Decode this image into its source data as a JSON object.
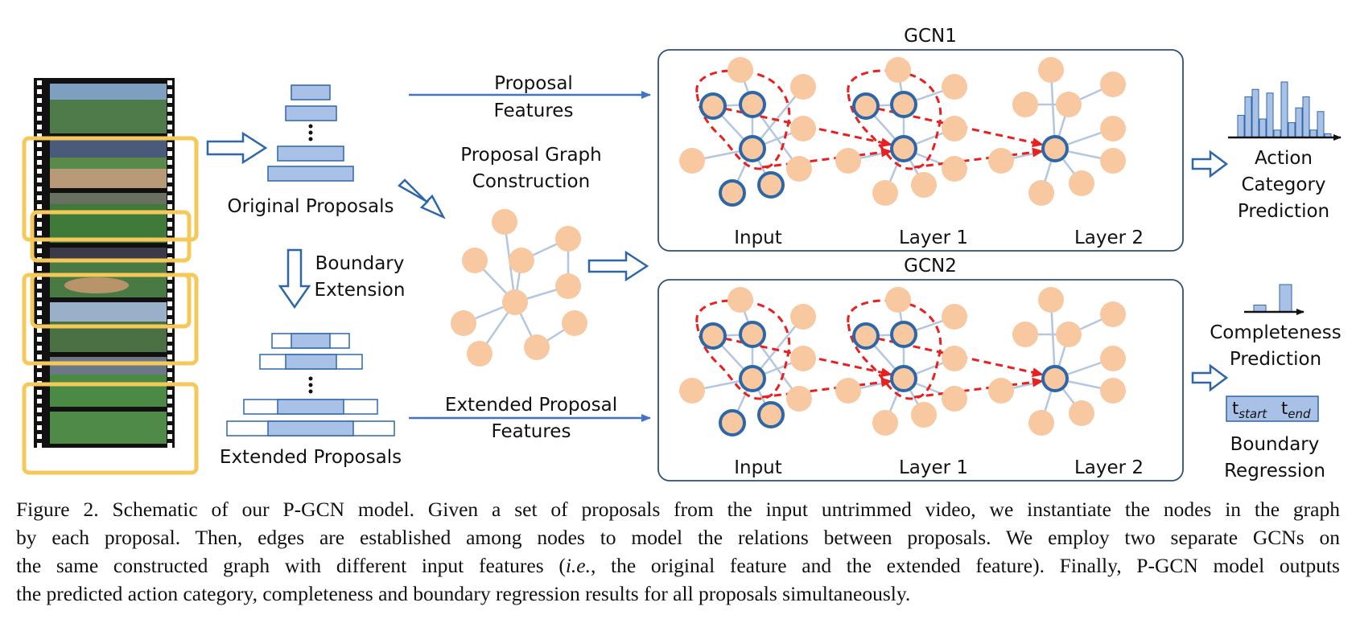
{
  "labels": {
    "gcn1_title": "GCN1",
    "gcn2_title": "GCN2",
    "proposal_features_1": "Proposal",
    "proposal_features_2": "Features",
    "original_proposals": "Original Proposals",
    "graph_construction_1": "Proposal Graph",
    "graph_construction_2": "Construction",
    "boundary_extension_1": "Boundary",
    "boundary_extension_2": "Extension",
    "extended_proposals": "Extended Proposals",
    "extended_features_1": "Extended Proposal",
    "extended_features_2": "Features",
    "input": "Input",
    "layer1": "Layer 1",
    "layer2": "Layer 2",
    "action_category_1": "Action",
    "action_category_2": "Category",
    "action_category_3": "Prediction",
    "completeness_1": "Completeness",
    "completeness_2": "Prediction",
    "boundary_regression_1": "Boundary",
    "boundary_regression_2": "Regression",
    "t_start_base": "t",
    "t_start_sub": "start",
    "t_end_base": "t",
    "t_end_sub": "end"
  },
  "caption": {
    "line1": "Figure 2. Schematic of our P-GCN model. Given a set of proposals from the input untrimmed video, we instantiate the nodes in the graph",
    "line2": "by each proposal. Then, edges are established among nodes to model the relations between proposals. We employ two separate GCNs on",
    "line3a": "the same constructed graph with different input features (",
    "line3_ie": "i.e.",
    "line3b": ", the original feature and the extended feature). Finally, P-GCN model outputs",
    "line4": "the predicted action category, completeness and boundary regression results for all proposals simultaneously."
  },
  "colors": {
    "node_fill": "#f8c8a0",
    "node_outline": "#2e67a8",
    "edge": "#b4c6e0",
    "flow_arrow": "#4472c4",
    "red_dashed": "#e82020",
    "proposal_fill": "#a9c1e6",
    "frame_highlight": "#f5c85a"
  },
  "histogram_action": [
    6,
    11,
    13,
    5,
    12,
    2,
    15,
    4,
    8,
    11,
    2,
    7,
    1
  ],
  "histogram_completeness": [
    1,
    4
  ]
}
